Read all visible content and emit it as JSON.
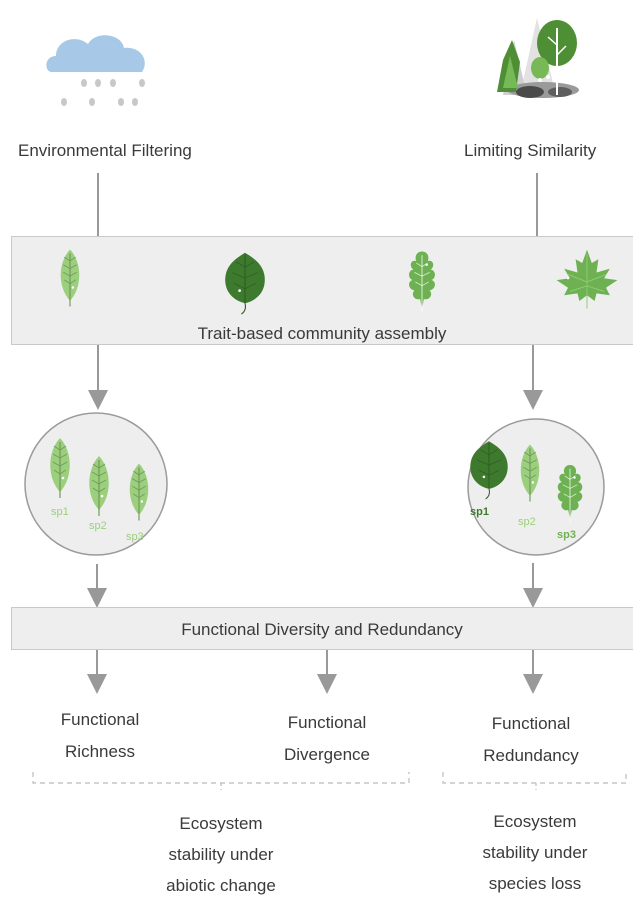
{
  "drivers": {
    "left": "Environmental Filtering",
    "right": "Limiting Similarity"
  },
  "assembly_label": "Trait-based community assembly",
  "communities": {
    "left": [
      "sp1",
      "sp2",
      "sp3"
    ],
    "right": [
      "sp1",
      "sp2",
      "sp3"
    ]
  },
  "diversity_label": "Functional Diversity and Redundancy",
  "metrics": {
    "richness": [
      "Functional",
      "Richness"
    ],
    "divergence": [
      "Functional",
      "Divergence"
    ],
    "redundancy": [
      "Functional",
      "Redundancy"
    ]
  },
  "outcomes": {
    "abiotic": [
      "Ecosystem",
      "stability under",
      "abiotic change"
    ],
    "species": [
      "Ecosystem",
      "stability under",
      "species loss"
    ]
  },
  "colors": {
    "light_leaf": "#9ccf7d",
    "mid_leaf": "#6db152",
    "dark_leaf": "#3e7a2e",
    "arrow": "#999999",
    "cloud": "#a7c8e6",
    "rain": "#c8c8c8"
  }
}
